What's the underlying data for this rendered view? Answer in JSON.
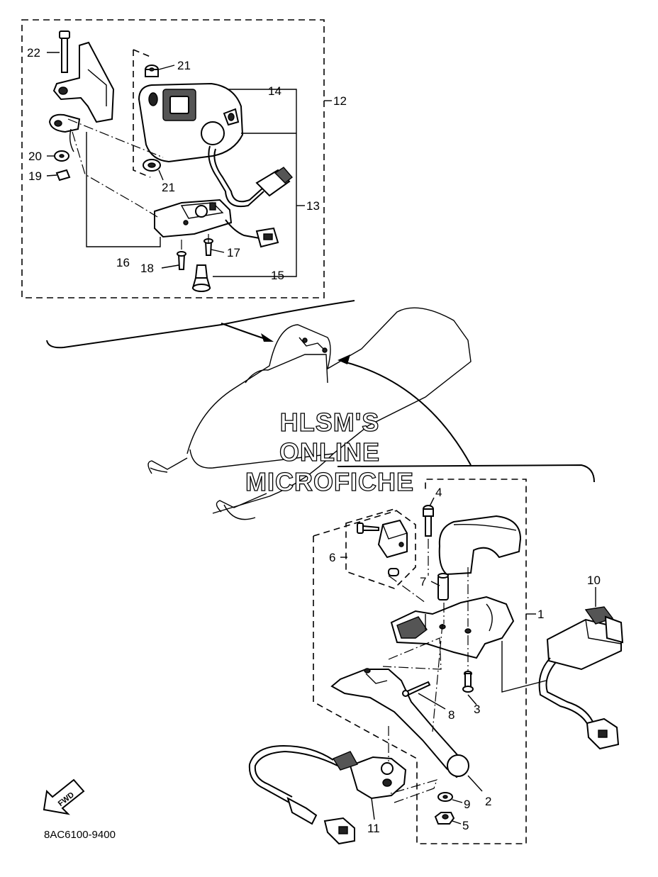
{
  "diagram": {
    "part_code": "8AC6100-9400",
    "watermark": [
      "HLSM'S",
      "ONLINE",
      "MICROFICHE"
    ],
    "fwd_label": "FWD",
    "callouts": {
      "c1": "1",
      "c2": "2",
      "c3": "3",
      "c4": "4",
      "c5": "5",
      "c6": "6",
      "c7": "7",
      "c8": "8",
      "c9": "9",
      "c10": "10",
      "c11": "11",
      "c12": "12",
      "c13": "13",
      "c14": "14",
      "c15": "15",
      "c16": "16",
      "c17": "17",
      "c18": "18",
      "c19": "19",
      "c20": "20",
      "c21a": "21",
      "c21b": "21",
      "c22": "22"
    }
  }
}
